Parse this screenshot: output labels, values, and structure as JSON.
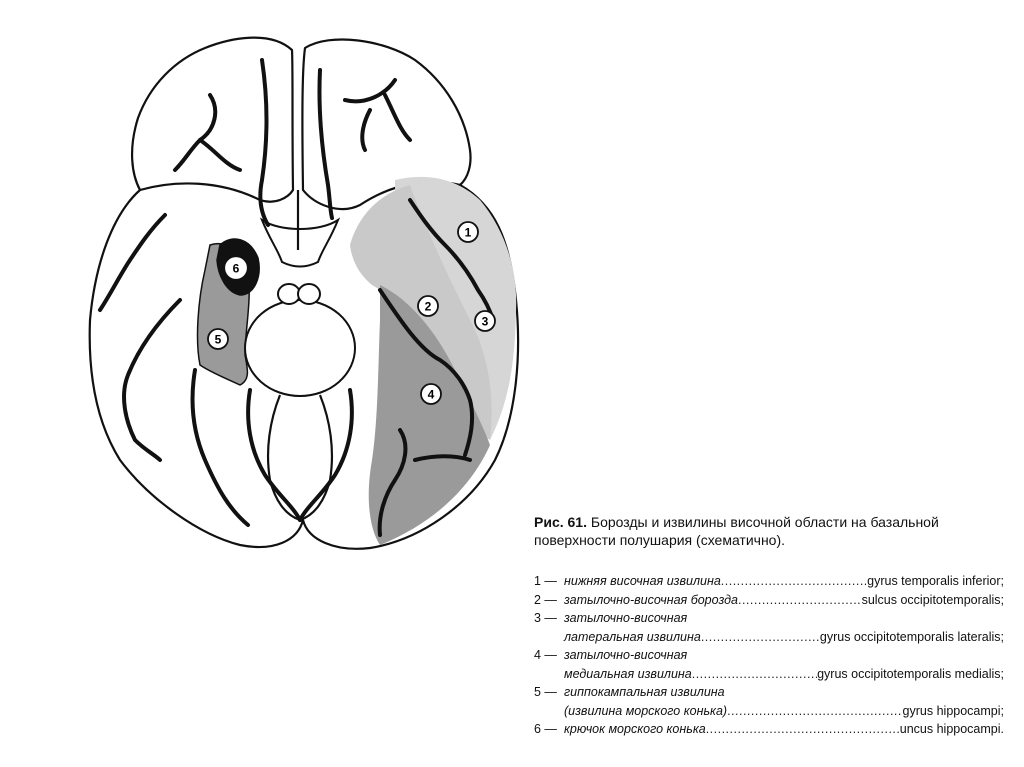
{
  "caption": {
    "figure_number": "Рис. 61.",
    "text": "Борозды и извилины височной области на базальной поверхности полушария (схематично)."
  },
  "markers": [
    "1",
    "2",
    "3",
    "4",
    "5",
    "6"
  ],
  "legend": [
    {
      "num": "1 —",
      "ru_lines": [
        "нижняя височная извилина"
      ],
      "latin": "gyrus temporalis inferior;"
    },
    {
      "num": "2 —",
      "ru_lines": [
        "затылочно-височная борозда"
      ],
      "latin": "sulcus occipitotemporalis;"
    },
    {
      "num": "3 —",
      "ru_lines": [
        "затылочно-височная",
        "латеральная извилина"
      ],
      "latin": "gyrus occipitotemporalis lateralis;"
    },
    {
      "num": "4 —",
      "ru_lines": [
        "затылочно-височная",
        "медиальная извилина"
      ],
      "latin": "gyrus occipitotemporalis medialis;"
    },
    {
      "num": "5 —",
      "ru_lines": [
        "гиппокампальная извилина",
        "(извилина морского конька)"
      ],
      "latin": "gyrus hippocampi;"
    },
    {
      "num": "6 —",
      "ru_lines": [
        "крючок морского конька"
      ],
      "latin": "uncus hippocampi."
    }
  ],
  "colors": {
    "region_light": "#c9c9c9",
    "region_medium": "#9a9a9a",
    "region_dark": "#111111",
    "outline": "#111111",
    "background": "#ffffff"
  }
}
